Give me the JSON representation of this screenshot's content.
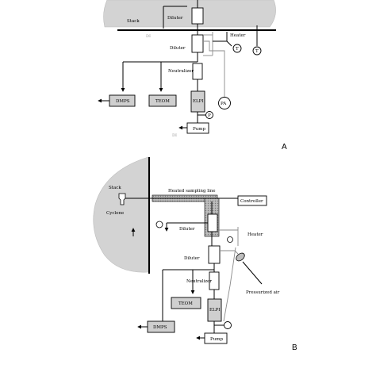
{
  "panel_a": {
    "letter": "A",
    "stack": "Stack",
    "diluter_top": "Diluter",
    "diluter_mid": "Diluter",
    "heater": "Heater",
    "neutralizer": "Neutralizer",
    "dmps": "DMPS",
    "teom": "TEOM",
    "elpi": "ELPI",
    "pa": "PA",
    "p": "P",
    "t1": "T",
    "t2": "T",
    "pump": "Pump",
    "faint1": "DI",
    "faint2": "DI"
  },
  "panel_b": {
    "letter": "B",
    "stack": "Stack",
    "heated_line": "Heated sampling line",
    "controller": "Controller",
    "cyclone": "Cyclone",
    "diluter_1": "Diluter",
    "heater": "Heater",
    "diluter_2": "Diluter",
    "neutralizer": "Neutralizer",
    "pressurized_air": "Pressurized air",
    "teom": "TEOM",
    "elpi": "ELPI",
    "dmps": "DMPS",
    "pump": "Pump"
  }
}
